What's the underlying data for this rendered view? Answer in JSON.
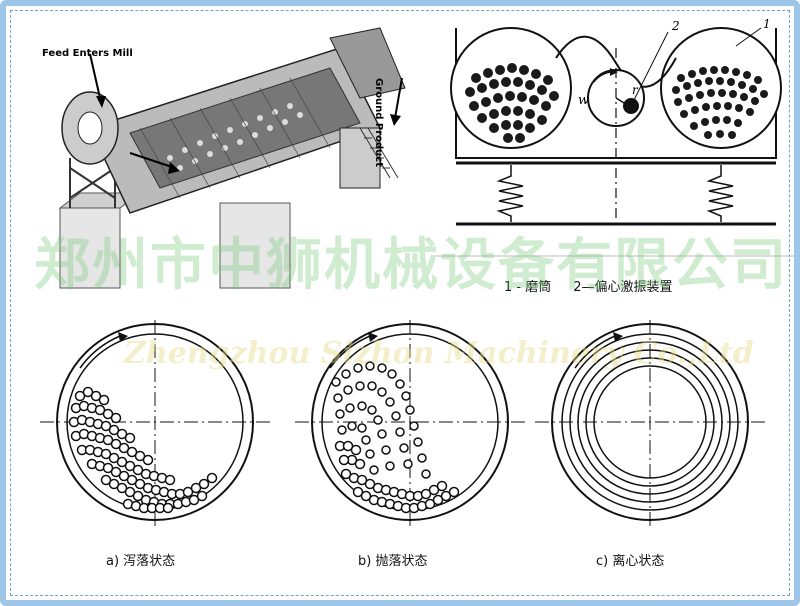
{
  "mill_illustration": {
    "feed_label": "Feed Enters Mill",
    "product_label": "Ground Product"
  },
  "vibration_diagram": {
    "marker_1": "1",
    "marker_2": "2",
    "marker_w": "w",
    "marker_r": "r",
    "caption_part1": "1 - 磨筒",
    "caption_part2": "2—偏心激振装置"
  },
  "states": [
    {
      "caption": "a) 泻落状态"
    },
    {
      "caption": "b) 抛落状态"
    },
    {
      "caption": "c) 离心状态"
    }
  ],
  "watermark": {
    "cn": "郑州市中狮机械设备有限公司",
    "en": "Zhengzhou Sizhon Machinery Co.,Ltd"
  },
  "colors": {
    "frame": "#9ec6e8",
    "ink": "#111111",
    "watermark_cn": "#78c878",
    "watermark_en": "#e6dc8c"
  }
}
